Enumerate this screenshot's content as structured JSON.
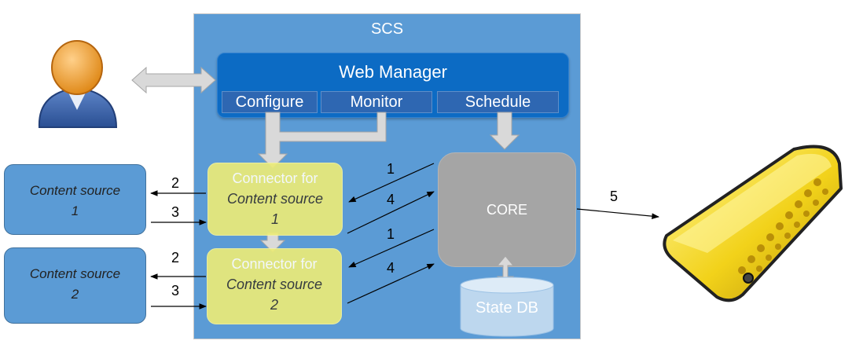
{
  "scs_label": "SCS",
  "web_manager": {
    "title": "Web Manager",
    "buttons": [
      "Configure",
      "Monitor",
      "Schedule"
    ]
  },
  "connectors": [
    {
      "line1": "Connector for",
      "line2": "Content source",
      "line3": "1"
    },
    {
      "line1": "Connector for",
      "line2": "Content source",
      "line3": "2"
    }
  ],
  "content_sources": [
    {
      "line1": "Content source",
      "line2": "1"
    },
    {
      "line1": "Content source",
      "line2": "2"
    }
  ],
  "core_label": "CORE",
  "state_db_label": "State DB",
  "arrow_labels": {
    "src1_out": "2",
    "src1_in": "3",
    "src2_out": "2",
    "src2_in": "3",
    "core_to_conn1": "1",
    "conn1_to_core": "4",
    "core_to_conn2": "1",
    "conn2_to_core": "4",
    "core_to_appliance": "5"
  },
  "icons": [
    "user-icon",
    "search-appliance-icon"
  ]
}
